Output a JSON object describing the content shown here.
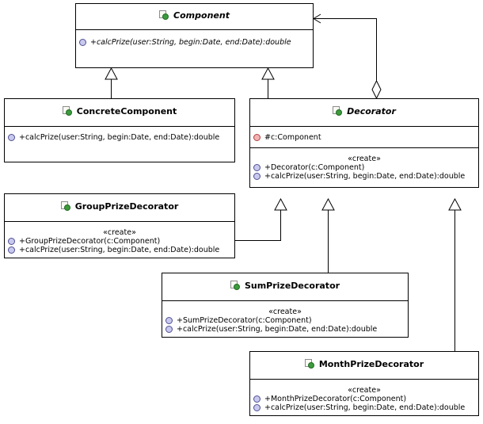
{
  "stereotype": "«create»",
  "classes": {
    "component": {
      "name": "Component",
      "op1": "+calcPrize(user:String, begin:Date, end:Date):double"
    },
    "concrete": {
      "name": "ConcreteComponent",
      "op1": "+calcPrize(user:String, begin:Date, end:Date):double"
    },
    "decorator": {
      "name": "Decorator",
      "attr1": "#c:Component",
      "op1": "+Decorator(c:Component)",
      "op2": "+calcPrize(user:String, begin:Date, end:Date):double"
    },
    "group": {
      "name": "GroupPrizeDecorator",
      "op1": "+GroupPrizeDecorator(c:Component)",
      "op2": "+calcPrize(user:String, begin:Date, end:Date):double"
    },
    "sum": {
      "name": "SumPrizeDecorator",
      "op1": "+SumPrizeDecorator(c:Component)",
      "op2": "+calcPrize(user:String, begin:Date, end:Date):double"
    },
    "month": {
      "name": "MonthPrizeDecorator",
      "op1": "+MonthPrizeDecorator(c:Component)",
      "op2": "+calcPrize(user:String, begin:Date, end:Date):double"
    }
  },
  "relationships": [
    {
      "from": "ConcreteComponent",
      "to": "Component",
      "kind": "generalization"
    },
    {
      "from": "Decorator",
      "to": "Component",
      "kind": "generalization"
    },
    {
      "from": "Decorator",
      "to": "Component",
      "kind": "aggregation"
    },
    {
      "from": "GroupPrizeDecorator",
      "to": "Decorator",
      "kind": "generalization"
    },
    {
      "from": "SumPrizeDecorator",
      "to": "Decorator",
      "kind": "generalization"
    },
    {
      "from": "MonthPrizeDecorator",
      "to": "Decorator",
      "kind": "generalization"
    }
  ]
}
